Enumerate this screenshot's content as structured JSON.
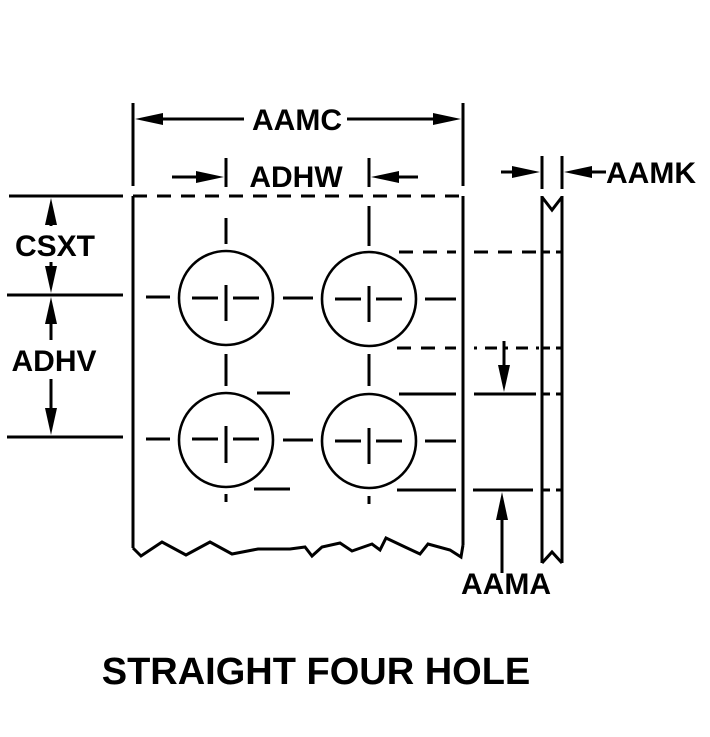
{
  "diagram": {
    "title": "STRAIGHT FOUR HOLE",
    "colors": {
      "ink": "#000000",
      "background": "#ffffff"
    },
    "dimensions": {
      "overall_width": "AAMC",
      "hole_horizontal_spacing": "ADHW",
      "edge_to_first_row": "CSXT",
      "hole_vertical_spacing": "ADHV",
      "thickness": "AAMK",
      "hole_diameter": "AAMA"
    },
    "holes": {
      "rows": 2,
      "columns": 2
    }
  }
}
